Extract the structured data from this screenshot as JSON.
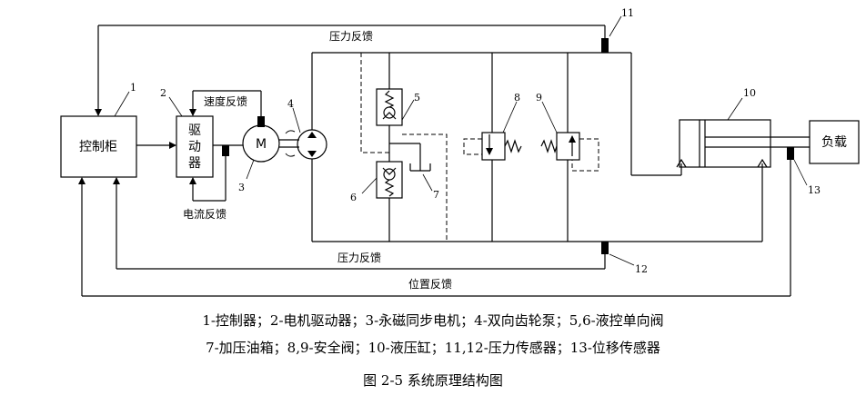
{
  "blocks": {
    "controller": "控制柜",
    "driver": [
      "驱",
      "动",
      "器"
    ],
    "motor": "M",
    "load": "负载"
  },
  "feedback": {
    "pressure_top": "压力反馈",
    "pressure_bottom": "压力反馈",
    "speed": "速度反馈",
    "current": "电流反馈",
    "position": "位置反馈"
  },
  "numbers": [
    "1",
    "2",
    "3",
    "4",
    "5",
    "6",
    "7",
    "8",
    "9",
    "10",
    "11",
    "12",
    "13"
  ],
  "legend": {
    "line1": "1-控制器；2-电机驱动器；3-永磁同步电机；4-双向齿轮泵；5,6-液控单向阀",
    "line2": "7-加压油箱；8,9-安全阀；10-液压缸；11,12-压力传感器；13-位移传感器"
  },
  "caption": "图 2-5  系统原理结构图"
}
